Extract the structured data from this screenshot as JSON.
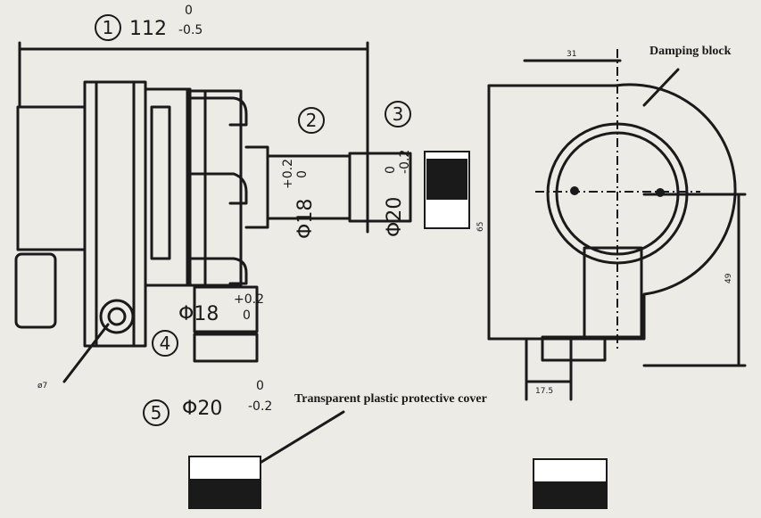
{
  "callouts": {
    "c1": "1",
    "c2": "2",
    "c3": "3",
    "c4": "4",
    "c5": "5"
  },
  "dimensions": {
    "overall_length": "112",
    "overall_tol_upper": "0",
    "overall_tol_lower": "-0.5",
    "shaft2_dia": "Φ18",
    "shaft2_tol_upper": "+0.2",
    "shaft2_tol_lower": "0",
    "shaft3_dia": "Φ20",
    "shaft3_tol_upper": "0",
    "shaft3_tol_lower": "-0.2",
    "bushing_dia": "Φ18",
    "bushing_tol_upper": "+0.2",
    "bushing_tol_lower": "0",
    "cover_dia": "Φ20",
    "cover_tol_upper": "0",
    "cover_tol_lower": "-0.2",
    "mount_hole": "ø7",
    "right_width": "17.5",
    "right_top": "31",
    "right_side": "49",
    "right_left": "65"
  },
  "labels": {
    "damping_block": "Damping block",
    "cover": "Transparent plastic protective cover"
  },
  "colors": {
    "line": "#1a1a1a",
    "paper": "#ecebe6"
  }
}
